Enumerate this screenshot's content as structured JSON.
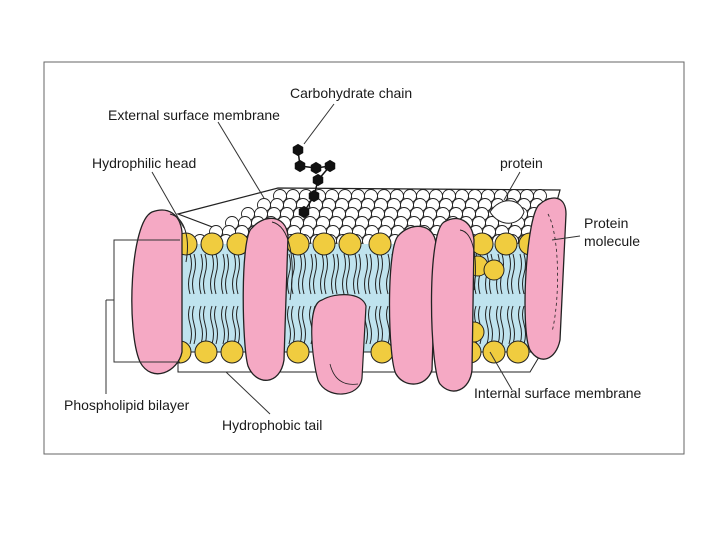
{
  "diagram": {
    "labels": {
      "carbohydrate_chain": "Carbohydrate chain",
      "external_surface_membrane": "External surface membrane",
      "hydrophilic_head": "Hydrophilic head",
      "protein": "protein",
      "protein_molecule_line1": "Protein",
      "protein_molecule_line2": "molecule",
      "phospholipid_bilayer": "Phospholipid bilayer",
      "hydrophobic_tail": "Hydrophobic tail",
      "internal_surface_membrane": "Internal surface membrane"
    },
    "colors": {
      "frame": "#555555",
      "protein_fill": "#f5a9c4",
      "head_fill": "#f0cc3f",
      "core_fill": "#bfe3ee",
      "outline": "#222222",
      "surface_head": "#ffffff",
      "carbohydrate": "#111111"
    }
  }
}
